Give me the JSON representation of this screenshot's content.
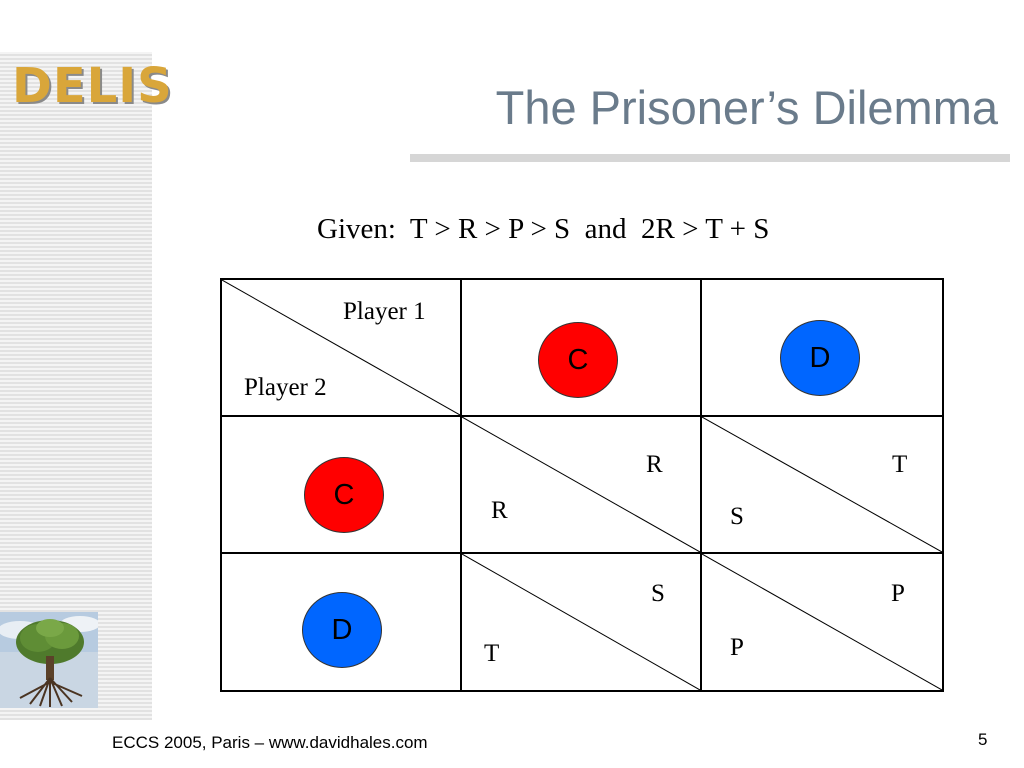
{
  "slide": {
    "logo": "DELIS",
    "title": "The Prisoner’s Dilemma",
    "given": "Given:  T > R > P > S  and  2R > T + S",
    "footer": "ECCS 2005, Paris – www.davidhales.com",
    "page_number": "5"
  },
  "table": {
    "header": {
      "player1": "Player 1",
      "player2": "Player 2"
    },
    "columns": [
      {
        "label": "C",
        "color": "#ff0000"
      },
      {
        "label": "D",
        "color": "#0066ff"
      }
    ],
    "rows": [
      {
        "label": "C",
        "color": "#ff0000"
      },
      {
        "label": "D",
        "color": "#0066ff"
      }
    ],
    "payoffs": [
      [
        {
          "player1": "R",
          "player2": "R"
        },
        {
          "player1": "T",
          "player2": "S"
        }
      ],
      [
        {
          "player1": "S",
          "player2": "T"
        },
        {
          "player1": "P",
          "player2": "P"
        }
      ]
    ]
  },
  "icons": {
    "tree": "tree-image"
  }
}
